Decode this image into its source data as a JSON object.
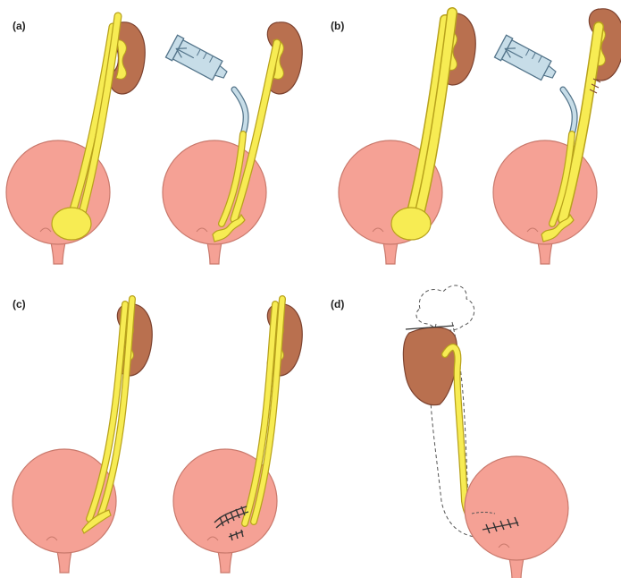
{
  "panels": [
    {
      "label": "(a)"
    },
    {
      "label": "(b)"
    },
    {
      "label": "(c)"
    },
    {
      "label": "(d)"
    }
  ],
  "colors": {
    "bladder": "#f5a195",
    "bladder_edge": "#c9796c",
    "kidney": "#b9704f",
    "kidney_edge": "#7d4330",
    "ureter": "#f7ec53",
    "ureter_edge": "#b8a21c",
    "syringe": "#c7dde8",
    "syringe_edge": "#53748a",
    "suture": "#333333"
  }
}
